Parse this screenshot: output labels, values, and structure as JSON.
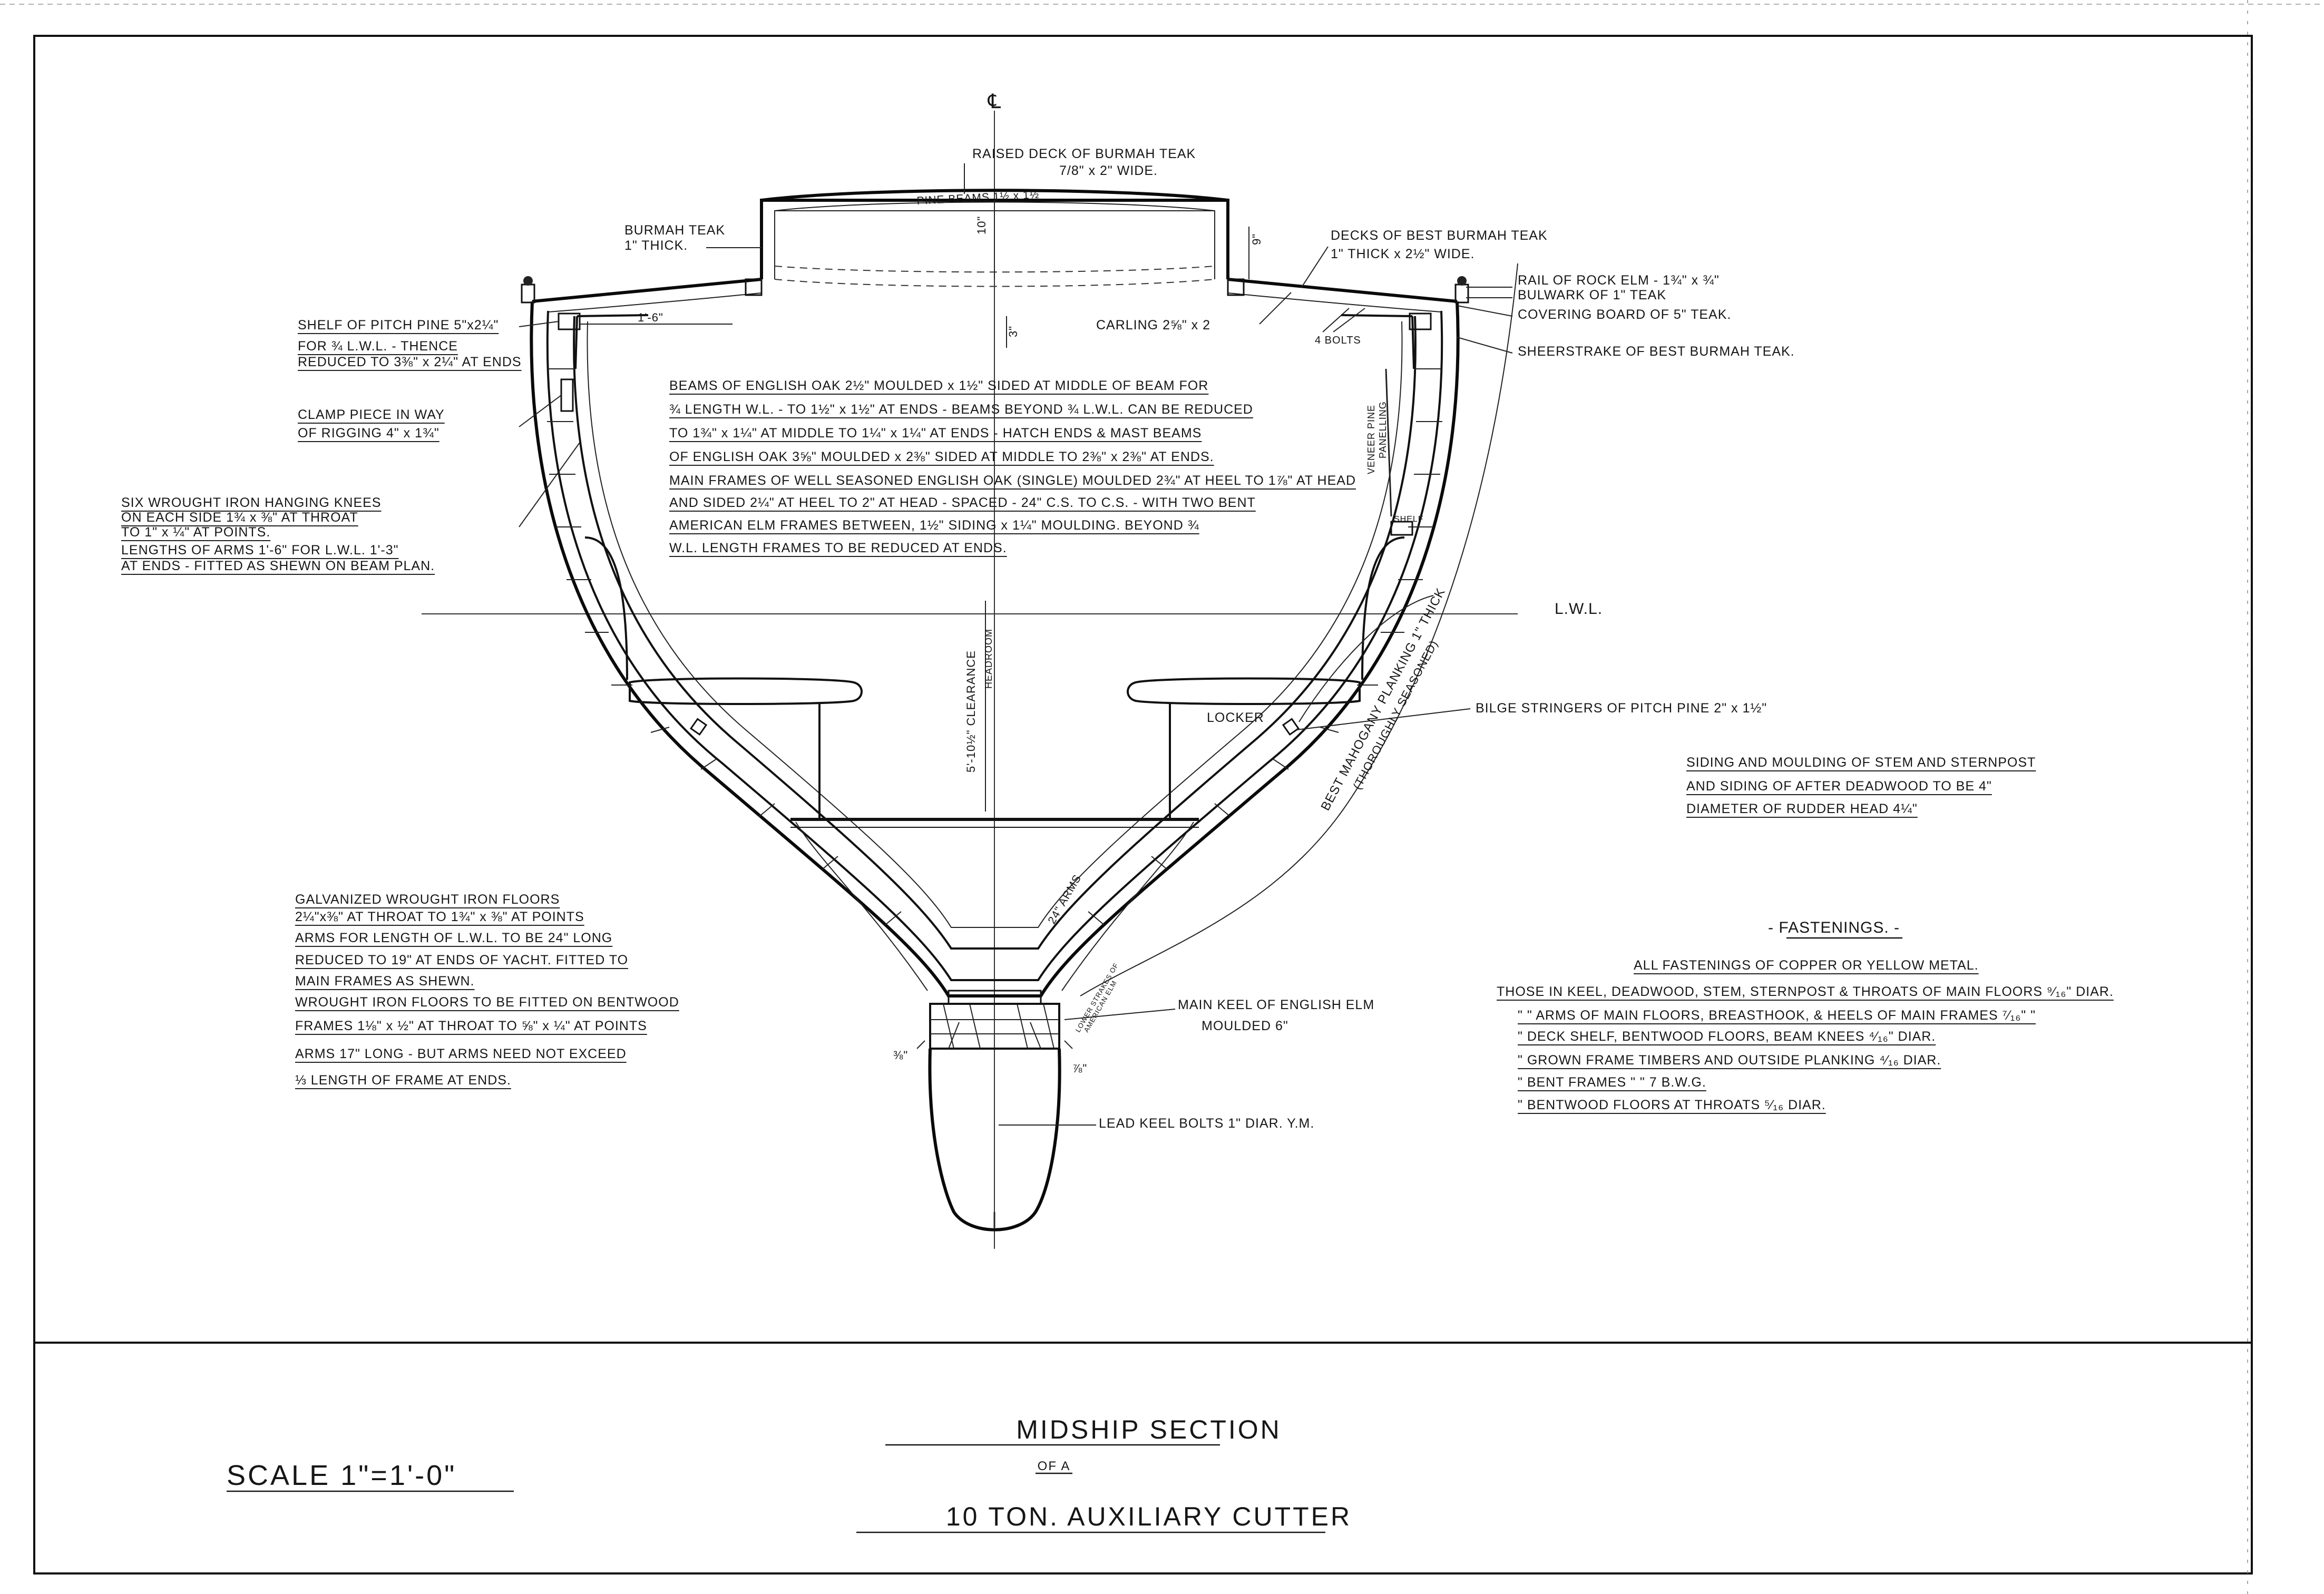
{
  "title_block": {
    "title": "MIDSHIP SECTION",
    "of_a": "OF A",
    "subtitle": "10 TON. AUXILIARY CUTTER",
    "scale": "SCALE 1\"=1'-0\""
  },
  "centerline_symbol": "℄",
  "labels": {
    "raised_deck": [
      "RAISED DECK OF BURMAH TEAK",
      "7/8\" x 2\" WIDE."
    ],
    "pine_beams": "PINE BEAMS 1½ x 1½",
    "burmah_teak_thick": [
      "BURMAH TEAK",
      "1\" THICK."
    ],
    "dim_10": "10\"",
    "dim_9": "9\"",
    "dim_1_6": "1'-6\"",
    "dim_inside": "3\"",
    "decks": [
      "DECKS OF BEST BURMAH TEAK",
      "1\" THICK x 2½\" WIDE."
    ],
    "rail": "RAIL OF ROCK ELM - 1¾\" x ¾\"",
    "bulwark": "BULWARK OF 1\" TEAK",
    "covering_board": "COVERING BOARD OF 5\" TEAK.",
    "carling": "CARLING 2⅝\" x 2",
    "bolts": "4 BOLTS",
    "sheerstrake": "SHEERSTRAKE OF BEST BURMAH TEAK.",
    "shelf": [
      "SHELF OF PITCH PINE 5\"x2¼\"",
      "FOR ¾ L.W.L. - THENCE",
      "REDUCED TO 3⅜\" x 2¼\" AT ENDS"
    ],
    "clamp": [
      "CLAMP PIECE IN WAY",
      "OF RIGGING 4\" x 1¾\""
    ],
    "hanging_knees": [
      "SIX WROUGHT IRON HANGING KNEES",
      "ON EACH SIDE 1¾ x ⅜\" AT THROAT",
      "TO 1\" x ¼\" AT POINTS.",
      "LENGTHS OF ARMS 1'-6\" FOR L.W.L. 1'-3\"",
      "AT ENDS - FITTED AS SHEWN ON BEAM PLAN."
    ],
    "beams_note": [
      "BEAMS OF ENGLISH OAK 2½\" MOULDED x 1½\" SIDED AT MIDDLE OF BEAM FOR",
      "¾ LENGTH W.L. - TO 1½\" x 1½\" AT ENDS - BEAMS BEYOND ¾ L.W.L. CAN BE REDUCED",
      "TO 1¾\" x 1¼\" AT MIDDLE TO 1¼\" x 1¼\" AT ENDS - HATCH ENDS & MAST BEAMS",
      "OF ENGLISH OAK 3⅝\" MOULDED x 2⅜\" SIDED AT MIDDLE TO 2⅜\" x 2⅜\" AT ENDS.",
      "MAIN FRAMES OF WELL SEASONED ENGLISH OAK (SINGLE) MOULDED 2¾\" AT HEEL TO 1⅞\" AT HEAD",
      "AND SIDED 2¼\" AT HEEL TO 2\" AT HEAD - SPACED - 24\" C.S. TO C.S. - WITH TWO BENT",
      "AMERICAN ELM FRAMES BETWEEN, 1½\" SIDING x 1¼\" MOULDING. BEYOND ¾",
      "W.L. LENGTH FRAMES TO BE REDUCED AT ENDS."
    ],
    "lwl": "L.W.L.",
    "clearance": [
      "5'-10½\" CLEARANCE",
      "HEADROOM"
    ],
    "locker": "LOCKER",
    "veneer_panelling": [
      "VENEER PINE",
      "PANELLING"
    ],
    "shelf_small": "SHELF",
    "mahogany_planking": [
      "BEST MAHOGANY PLANKING 1\" THICK",
      "(THOROUGHLY SEASONED)"
    ],
    "bilge_stringers": "BILGE STRINGERS OF PITCH PINE 2\" x 1½\"",
    "arms_24": "24\" ARMS",
    "floors_note": [
      "LOWER STRAKES OF",
      "AMERICAN ELM"
    ],
    "siding_moulding": [
      "SIDING AND MOULDING OF STEM AND STERNPOST",
      "AND SIDING OF AFTER DEADWOOD TO BE 4\"",
      "DIAMETER OF RUDDER HEAD 4¼\""
    ],
    "galvanized_floors": [
      "GALVANIZED WROUGHT IRON FLOORS",
      "2¼\"x⅜\" AT THROAT TO 1¾\" x ⅜\" AT POINTS",
      "ARMS FOR LENGTH OF L.W.L. TO BE 24\" LONG",
      "REDUCED TO 19\" AT ENDS OF YACHT. FITTED TO",
      "MAIN FRAMES AS SHEWN.",
      "WROUGHT IRON FLOORS TO BE FITTED ON BENTWOOD",
      "FRAMES 1⅛\" x ½\" AT THROAT TO ⅝\" x ¼\" AT POINTS",
      "ARMS 17\" LONG - BUT ARMS NEED NOT EXCEED",
      "⅓ LENGTH OF FRAME AT ENDS."
    ],
    "main_keel": [
      "MAIN KEEL OF ENGLISH ELM",
      "MOULDED 6\""
    ],
    "bolt_left": "⅜\"",
    "bolt_right": "⅞\"",
    "lead_keel": "LEAD KEEL BOLTS 1\" DIAR. Y.M."
  },
  "fastenings": {
    "heading": "- FASTENINGS. -",
    "lines": [
      "ALL FASTENINGS OF COPPER OR YELLOW METAL.",
      "THOSE IN KEEL, DEADWOOD, STEM, STERNPOST & THROATS OF MAIN FLOORS ⁹⁄₁₆\" DIAR.",
      "\"  \" ARMS OF MAIN FLOORS, BREASTHOOK, & HEELS OF MAIN FRAMES ⁷⁄₁₆\" \"",
      "\" DECK SHELF, BENTWOOD FLOORS, BEAM KNEES ⁴⁄₁₆\" DIAR.",
      "\" GROWN FRAME TIMBERS AND OUTSIDE PLANKING ⁴⁄₁₆ DIAR.",
      "\" BENT FRAMES          \"          \"          7 B.W.G.",
      "\" BENTWOOD FLOORS AT THROATS ⁵⁄₁₆ DIAR."
    ]
  }
}
